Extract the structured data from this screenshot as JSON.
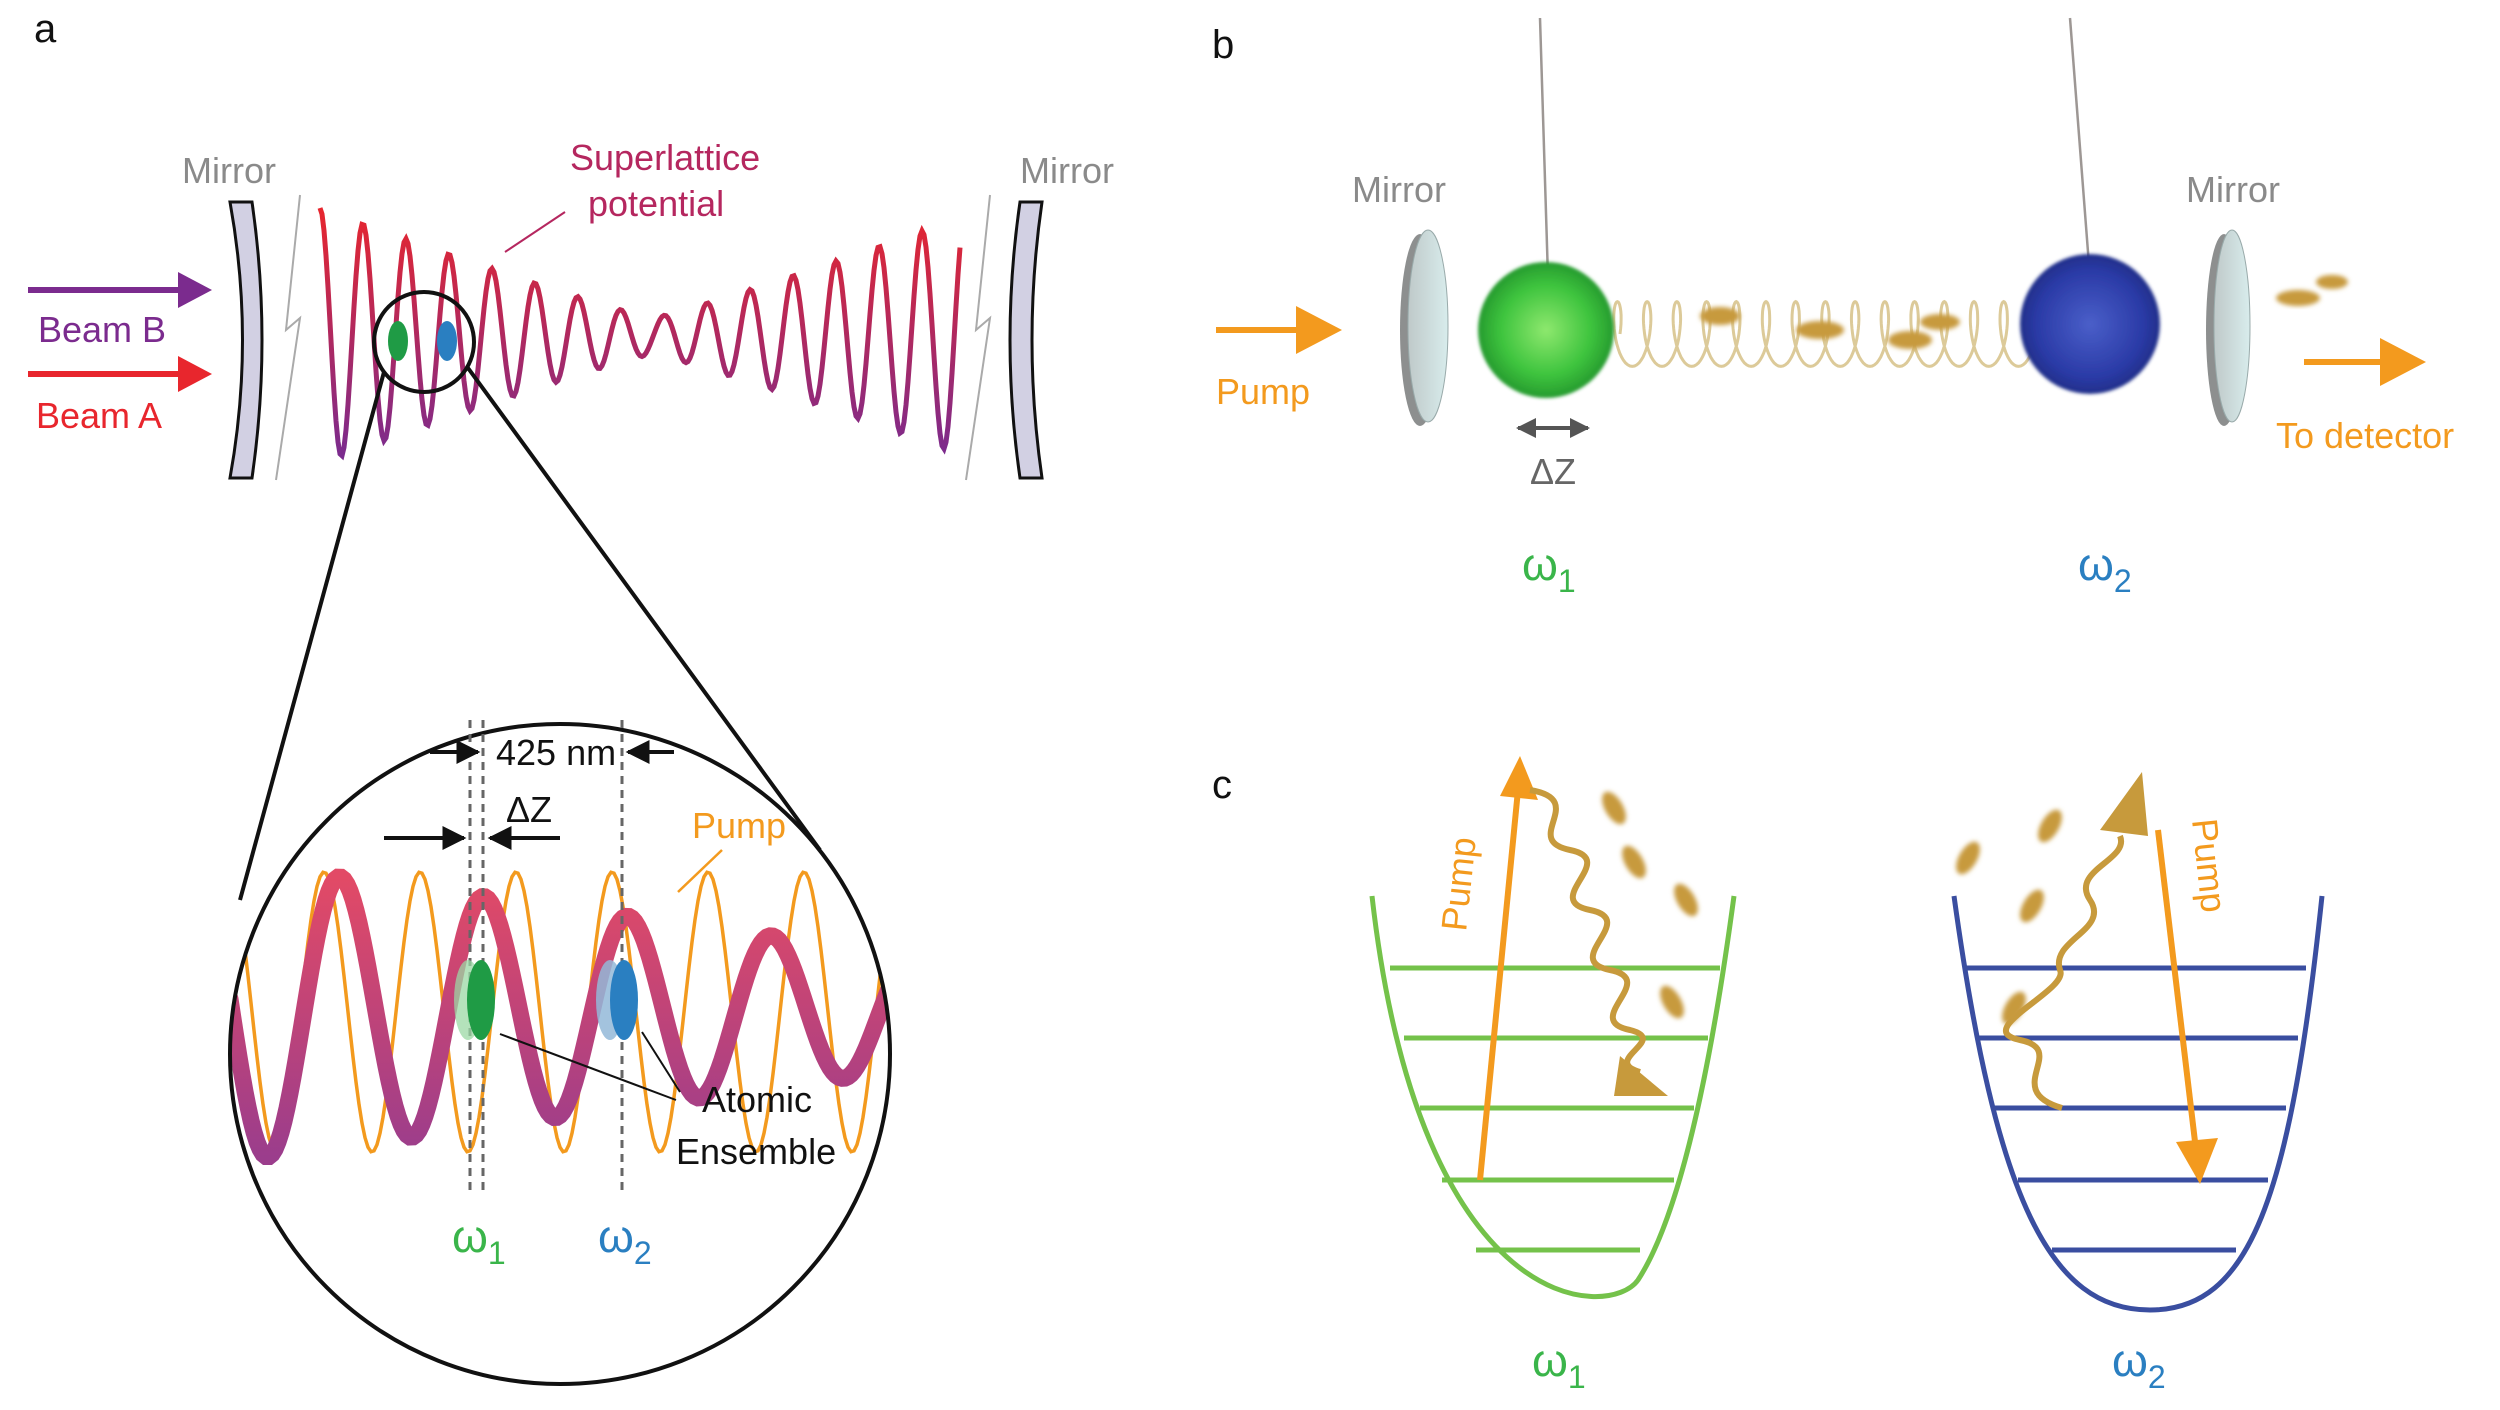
{
  "panels": {
    "a": "a",
    "b": "b",
    "c": "c"
  },
  "panel_a": {
    "mirror_left": "Mirror",
    "mirror_right": "Mirror",
    "superlattice_line1": "Superlattice",
    "superlattice_line2": "potential",
    "beam_b": "Beam B",
    "beam_a": "Beam A",
    "spacing": "425 nm",
    "delta_z": "ΔZ",
    "pump": "Pump",
    "atomic_line1": "Atomic",
    "atomic_line2": "Ensemble",
    "omega1_symbol": "ω",
    "omega1_sub": "1",
    "omega2_symbol": "ω",
    "omega2_sub": "2"
  },
  "panel_b": {
    "mirror_left": "Mirror",
    "mirror_right": "Mirror",
    "pump": "Pump",
    "detector": "To detector",
    "delta_z": "ΔZ",
    "omega1_symbol": "ω",
    "omega1_sub": "1",
    "omega2_symbol": "ω",
    "omega2_sub": "2"
  },
  "panel_c": {
    "pump_left": "Pump",
    "pump_right": "Pump",
    "omega1_symbol": "ω",
    "omega1_sub": "1",
    "omega2_symbol": "ω",
    "omega2_sub": "2"
  },
  "colors": {
    "beam_a": "#e8262d",
    "beam_b": "#7b2b8e",
    "superlattice": "#b5275f",
    "pump": "#f39a1e",
    "omega1": "#3ab54a",
    "omega2": "#2a7fc1",
    "well2": "#3a4ea0",
    "phonon": "#c79a3c",
    "mirror": "#cfcde0"
  }
}
